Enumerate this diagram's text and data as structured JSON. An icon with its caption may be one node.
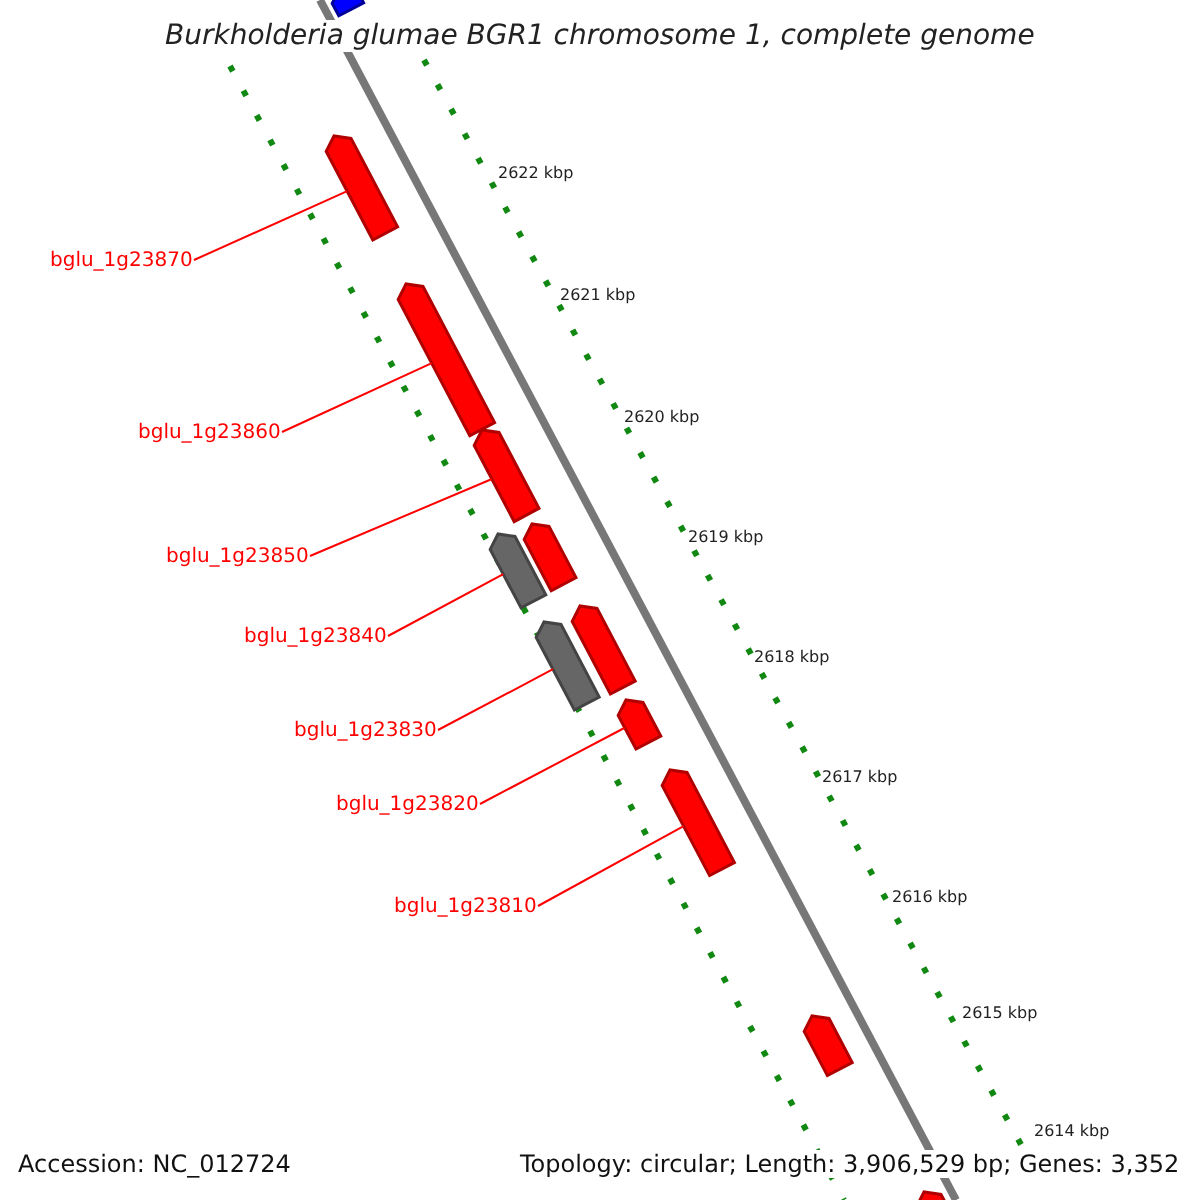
{
  "diagram": {
    "title": "Burkholderia glumae BGR1 chromosome 1, complete genome",
    "nodes": [
      {
        "text": [
          "bglu_1g23870"
        ]
      },
      {
        "text": [
          "bglu_1g23860"
        ]
      },
      {
        "text": [
          "bglu_1g23850"
        ]
      },
      {
        "text": [
          "bglu_1g23840"
        ]
      },
      {
        "text": [
          "bglu_1g23830"
        ]
      },
      {
        "text": [
          "bglu_1g23820"
        ]
      },
      {
        "text": [
          "bglu_1g23810"
        ]
      },
      {
        "text": [],
        "shape": "arrow"
      },
      {
        "text": [],
        "shape": "arrow"
      },
      {
        "text": [],
        "shape": "arrow"
      },
      {
        "text": [],
        "shape": "arrow"
      },
      {
        "text": [],
        "shape": "arrow"
      },
      {
        "text": [],
        "shape": "arrow"
      },
      {
        "text": [],
        "shape": "arrow"
      }
    ],
    "edges": [
      {
        "from": 0,
        "to": 7,
        "arrow": "none"
      },
      {
        "from": 1,
        "to": 8,
        "arrow": "none"
      },
      {
        "from": 2,
        "to": 9,
        "arrow": "none"
      },
      {
        "from": 3,
        "to": 10,
        "arrow": "none"
      },
      {
        "from": 4,
        "to": 11,
        "arrow": "none"
      },
      {
        "from": 5,
        "to": 12,
        "arrow": "none"
      },
      {
        "from": 6,
        "to": 13,
        "arrow": "none"
      }
    ],
    "labels": [
      "2622 kbp",
      "2621 kbp",
      "2620 kbp",
      "2619 kbp",
      "2618 kbp",
      "2617 kbp",
      "2616 kbp",
      "2615 kbp",
      "2614 kbp",
      "Accession: NC_012724",
      "Topology: circular; Length: 3,906,529 bp; Genes: 3,352"
    ]
  }
}
